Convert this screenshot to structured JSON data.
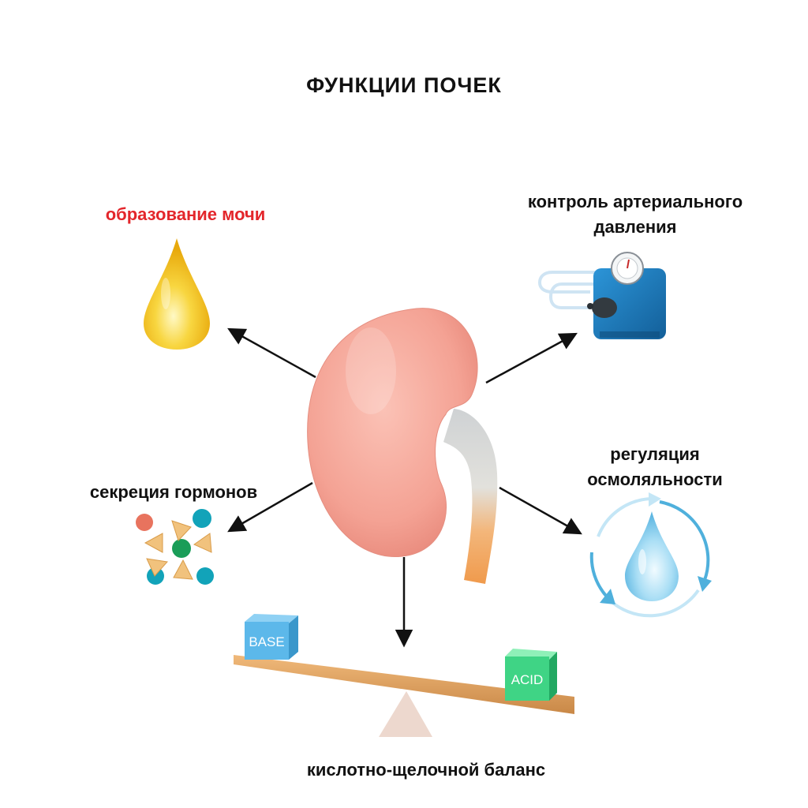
{
  "title": "ФУНКЦИИ ПОЧЕК",
  "labels": {
    "urine": "образование мочи",
    "blood_pressure_1": "контроль артериального",
    "blood_pressure_2": "давления",
    "osmolality_1": "регуляция",
    "osmolality_2": "осмоляльности",
    "hormones": "секреция гормонов",
    "acid_base": "кислотно-щелочной баланс"
  },
  "cubes": {
    "base": "BASE",
    "acid": "ACID"
  },
  "colors": {
    "urine_label": "#e3262b",
    "text": "#111111",
    "kidney": "#f4a294",
    "drop": "#f2c21c",
    "cuff": "#1f7fc4",
    "base_cube": "#5cb8ea",
    "acid_cube": "#3fd485",
    "water_drop": "#8ad0ee"
  }
}
